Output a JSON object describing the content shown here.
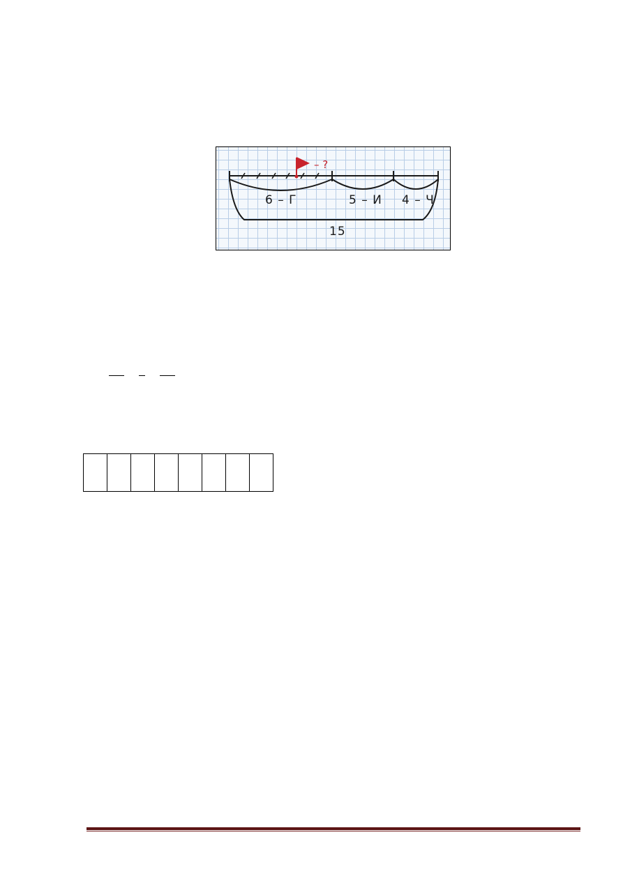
{
  "figure": {
    "segments": [
      {
        "label": "6 – Г"
      },
      {
        "label": "5 – И"
      },
      {
        "label": "4 – Ч"
      }
    ],
    "total_label": "15",
    "flag_label": "– ?",
    "flag_color": "#c8232c",
    "grid_color": "#b8cde6"
  },
  "answer_boxes": {
    "count": 8
  },
  "colors": {
    "footer_rule": "#5b1414"
  }
}
